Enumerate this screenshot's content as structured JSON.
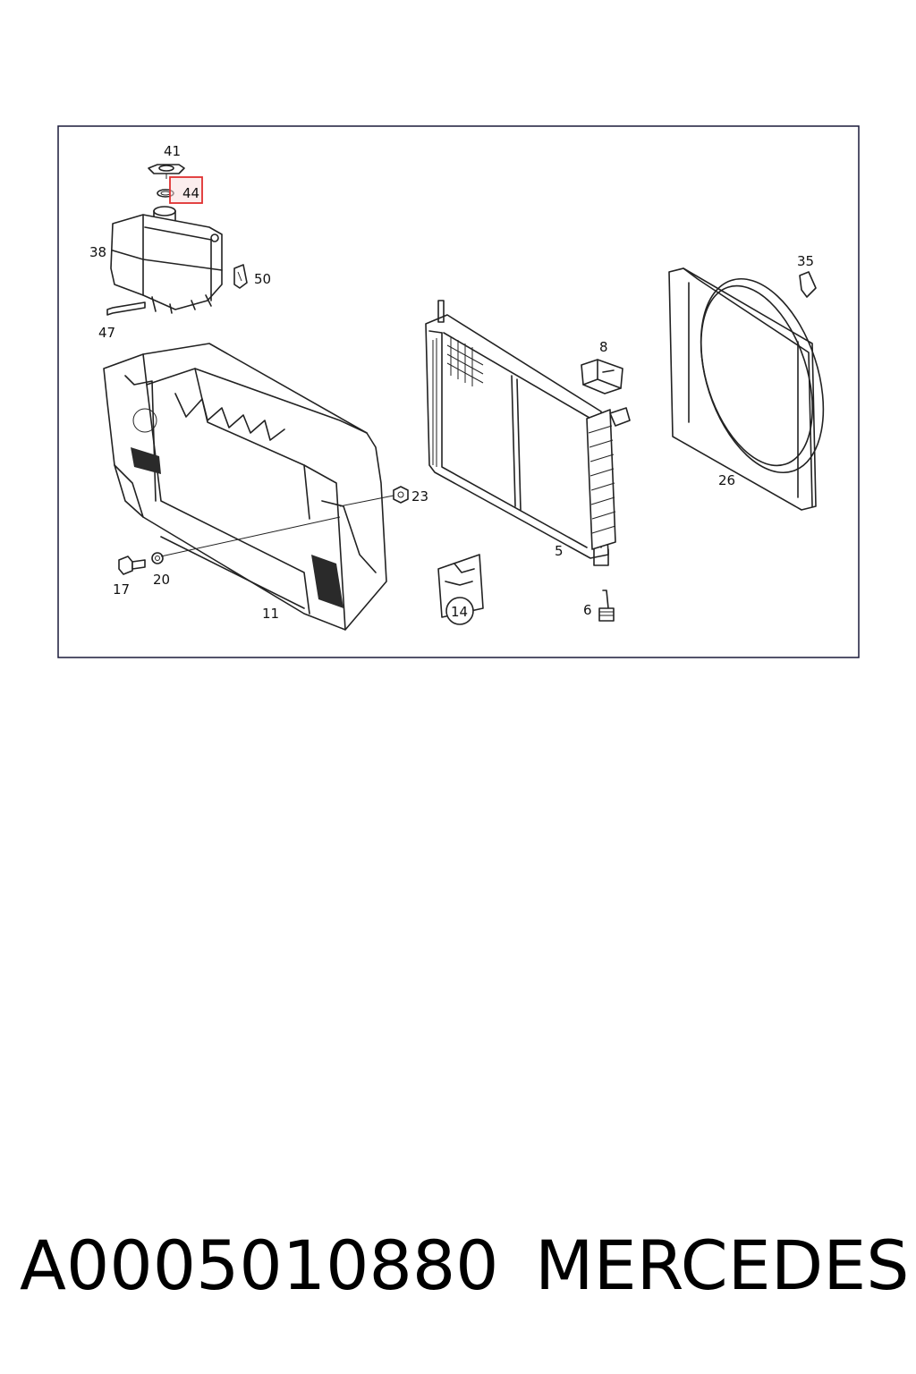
{
  "diagram": {
    "callouts": [
      "41",
      "44",
      "38",
      "50",
      "47",
      "35",
      "8",
      "26",
      "23",
      "5",
      "17",
      "20",
      "11",
      "14",
      "6"
    ],
    "highlight_color": "#e03030"
  },
  "caption": {
    "part_number": "A0005010880",
    "brand": "MERCEDES"
  }
}
